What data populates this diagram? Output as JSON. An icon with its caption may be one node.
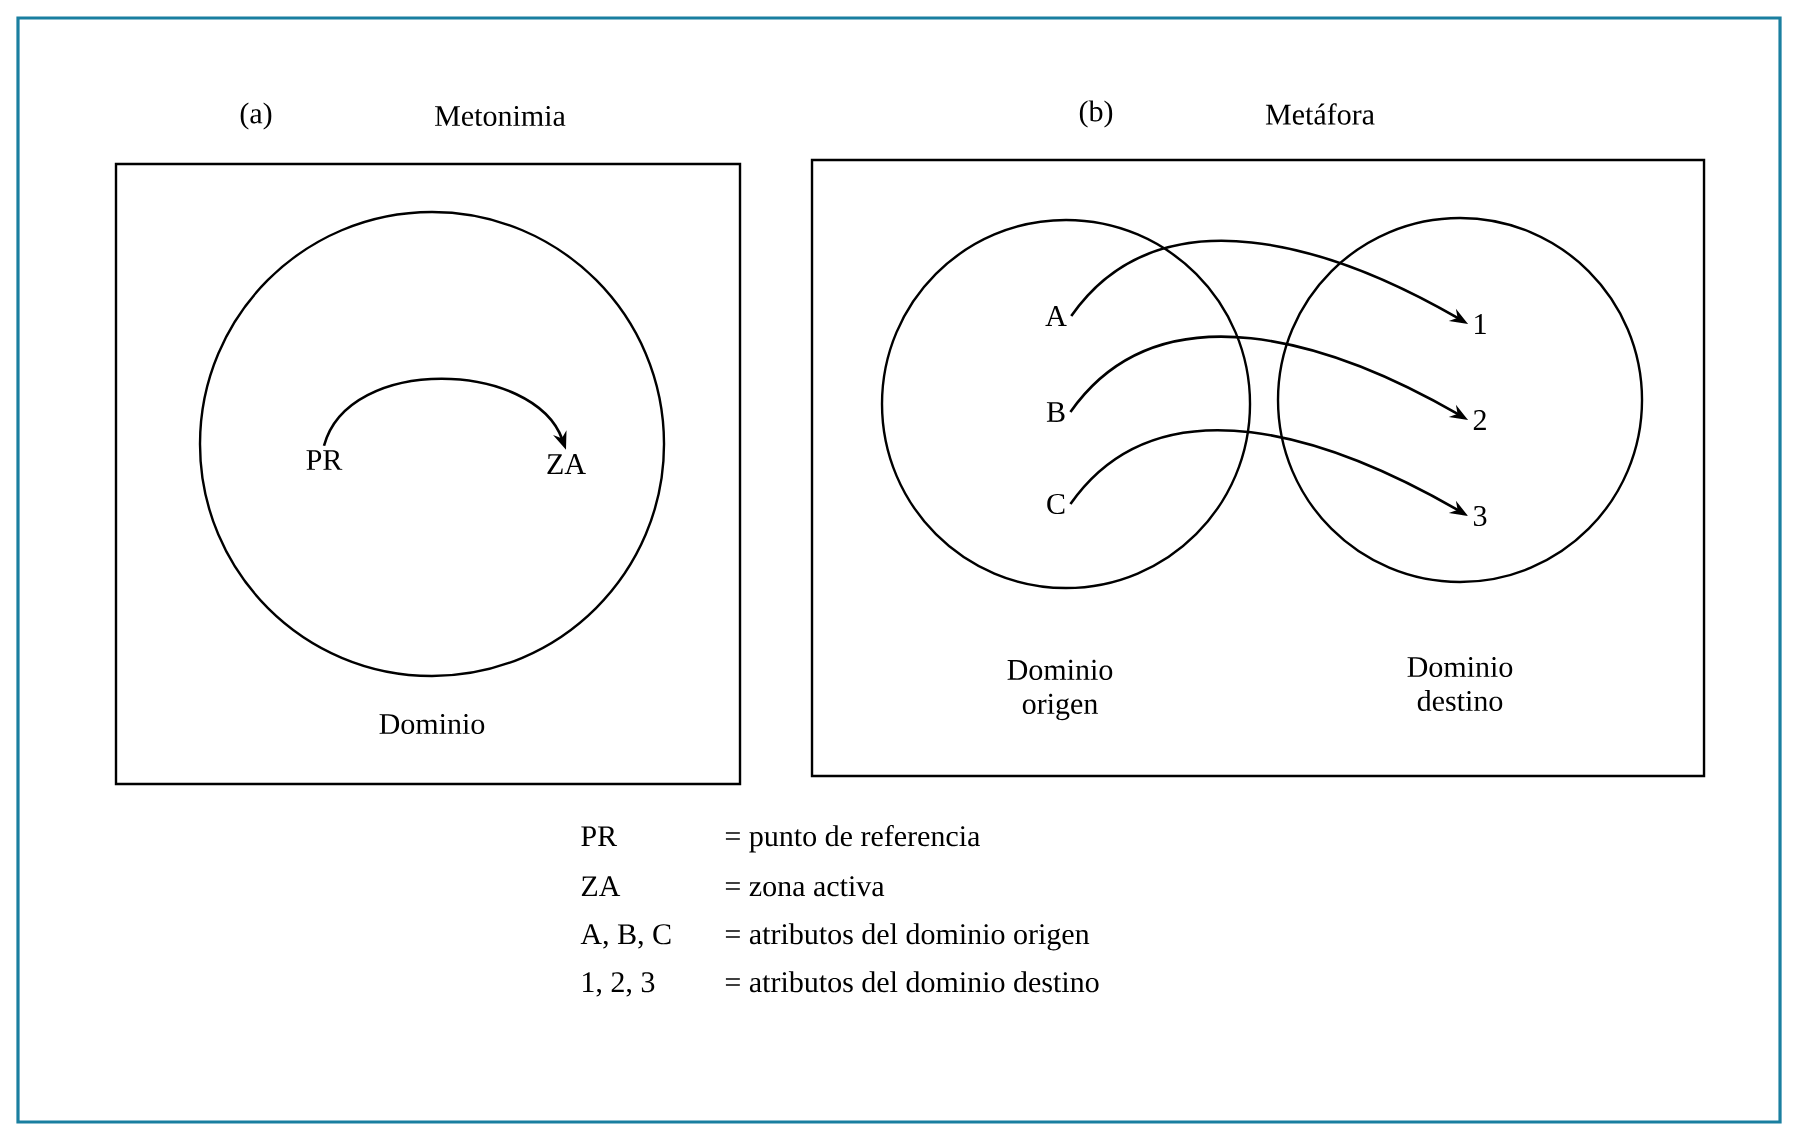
{
  "diagram": {
    "nodes": [
      {
        "text": [
          "(a)",
          "Metonimia"
        ]
      },
      {
        "text": [],
        "shape": "circle",
        "beside": [
          "Dominio"
        ],
        "in": 0
      },
      {
        "text": [
          "PR"
        ],
        "in": 1
      },
      {
        "text": [
          "ZA"
        ],
        "in": 1
      },
      {
        "text": [
          "(b)",
          "Metáfora"
        ]
      },
      {
        "text": [],
        "shape": "circle",
        "beside": [
          "Dominio origen"
        ],
        "in": 4
      },
      {
        "text": [],
        "shape": "circle",
        "beside": [
          "Dominio destino"
        ],
        "in": 4
      },
      {
        "text": [
          "A"
        ],
        "in": 5
      },
      {
        "text": [
          "B"
        ],
        "in": 5
      },
      {
        "text": [
          "C"
        ],
        "in": 5
      },
      {
        "text": [
          "1"
        ],
        "in": 6
      },
      {
        "text": [
          "2"
        ],
        "in": 6
      },
      {
        "text": [
          "3"
        ],
        "in": 6
      }
    ],
    "edges": [
      {
        "from": 2,
        "to": 3,
        "arrow": "to"
      },
      {
        "from": 7,
        "to": 10,
        "arrow": "to"
      },
      {
        "from": 8,
        "to": 11,
        "arrow": "to"
      },
      {
        "from": 9,
        "to": 12,
        "arrow": "to"
      }
    ],
    "labels": [
      "PR",
      "= punto de referencia",
      "ZA",
      "= zona activa",
      "A, B, C",
      "= atributos del dominio origen",
      "1, 2, 3",
      "= atributos del dominio destino"
    ]
  }
}
